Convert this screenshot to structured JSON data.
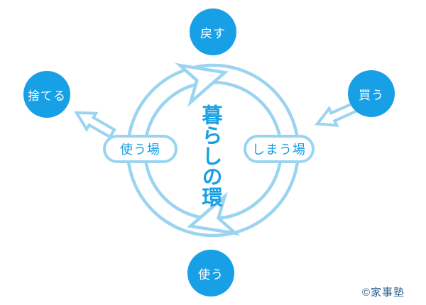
{
  "diagram": {
    "center_title": "暮らしの環",
    "nodes": {
      "top": {
        "label": "戻す"
      },
      "left": {
        "label": "捨てる"
      },
      "right": {
        "label": "買う"
      },
      "bottom": {
        "label": "使う"
      }
    },
    "zones": {
      "left": {
        "label": "使う場"
      },
      "right": {
        "label": "しまう場"
      }
    },
    "cycle": {
      "direction": "clockwise",
      "arrows": [
        "cycle-arrow-top-right",
        "cycle-arrow-bottom-left"
      ]
    },
    "external_arrows": [
      {
        "name": "arrow-to-discard",
        "from": "cycle",
        "to": "捨てる"
      },
      {
        "name": "arrow-from-buy",
        "from": "買う",
        "to": "しまう場"
      }
    ],
    "credit": "©家事塾",
    "colors": {
      "node_fill": "#18a0e6",
      "ring_light_blue": "#9ad4f1",
      "title_blue": "#189fe4",
      "credit_blue": "#2b5e8c",
      "background": "#ffffff"
    }
  }
}
